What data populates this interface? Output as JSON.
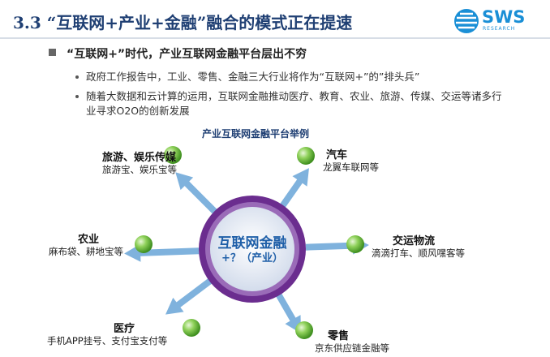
{
  "header": {
    "title": "3.3 “互联网+产业+金融”融合的模式正在提速",
    "logo_text": "SWS",
    "logo_sub": "RESEARCH"
  },
  "bullet": {
    "main": "“互联网+”时代，产业互联网金融平台层出不穷",
    "subs": [
      "政府工作报告中，工业、零售、金融三大行业将作为“互联网+”的”排头兵”",
      "随着大数据和云计算的运用，互联网金融推动医疗、教育、农业、旅游、传媒、交运等诸多行业寻求O2O的创新发展"
    ]
  },
  "diagram": {
    "caption": "产业互联网金融平台举例",
    "center_line1": "互联网金融",
    "center_line2": "+？（产业）",
    "nodes": [
      {
        "label": "旅游、娱乐传媒",
        "sub": "旅游宝、娱乐宝等"
      },
      {
        "label": "汽车",
        "sub": "龙翼车联网等"
      },
      {
        "label": "农业",
        "sub": "麻布袋、耕地宝等"
      },
      {
        "label": "交运物流",
        "sub": "滴滴打车、顺风嘿客等"
      },
      {
        "label": "医疗",
        "sub": "手机APP挂号、支付宝支付等"
      },
      {
        "label": "零售",
        "sub": "京东供应链金融等"
      }
    ]
  },
  "colors": {
    "title": "#1f3f73",
    "ring_outer": "#6b2d8f",
    "ring_inner": "#9a6bb8",
    "center_fill": "#e9eef6",
    "arrow": "#7fb2dd",
    "node_green": "#7bc44a",
    "logo": "#1a8fd6"
  }
}
